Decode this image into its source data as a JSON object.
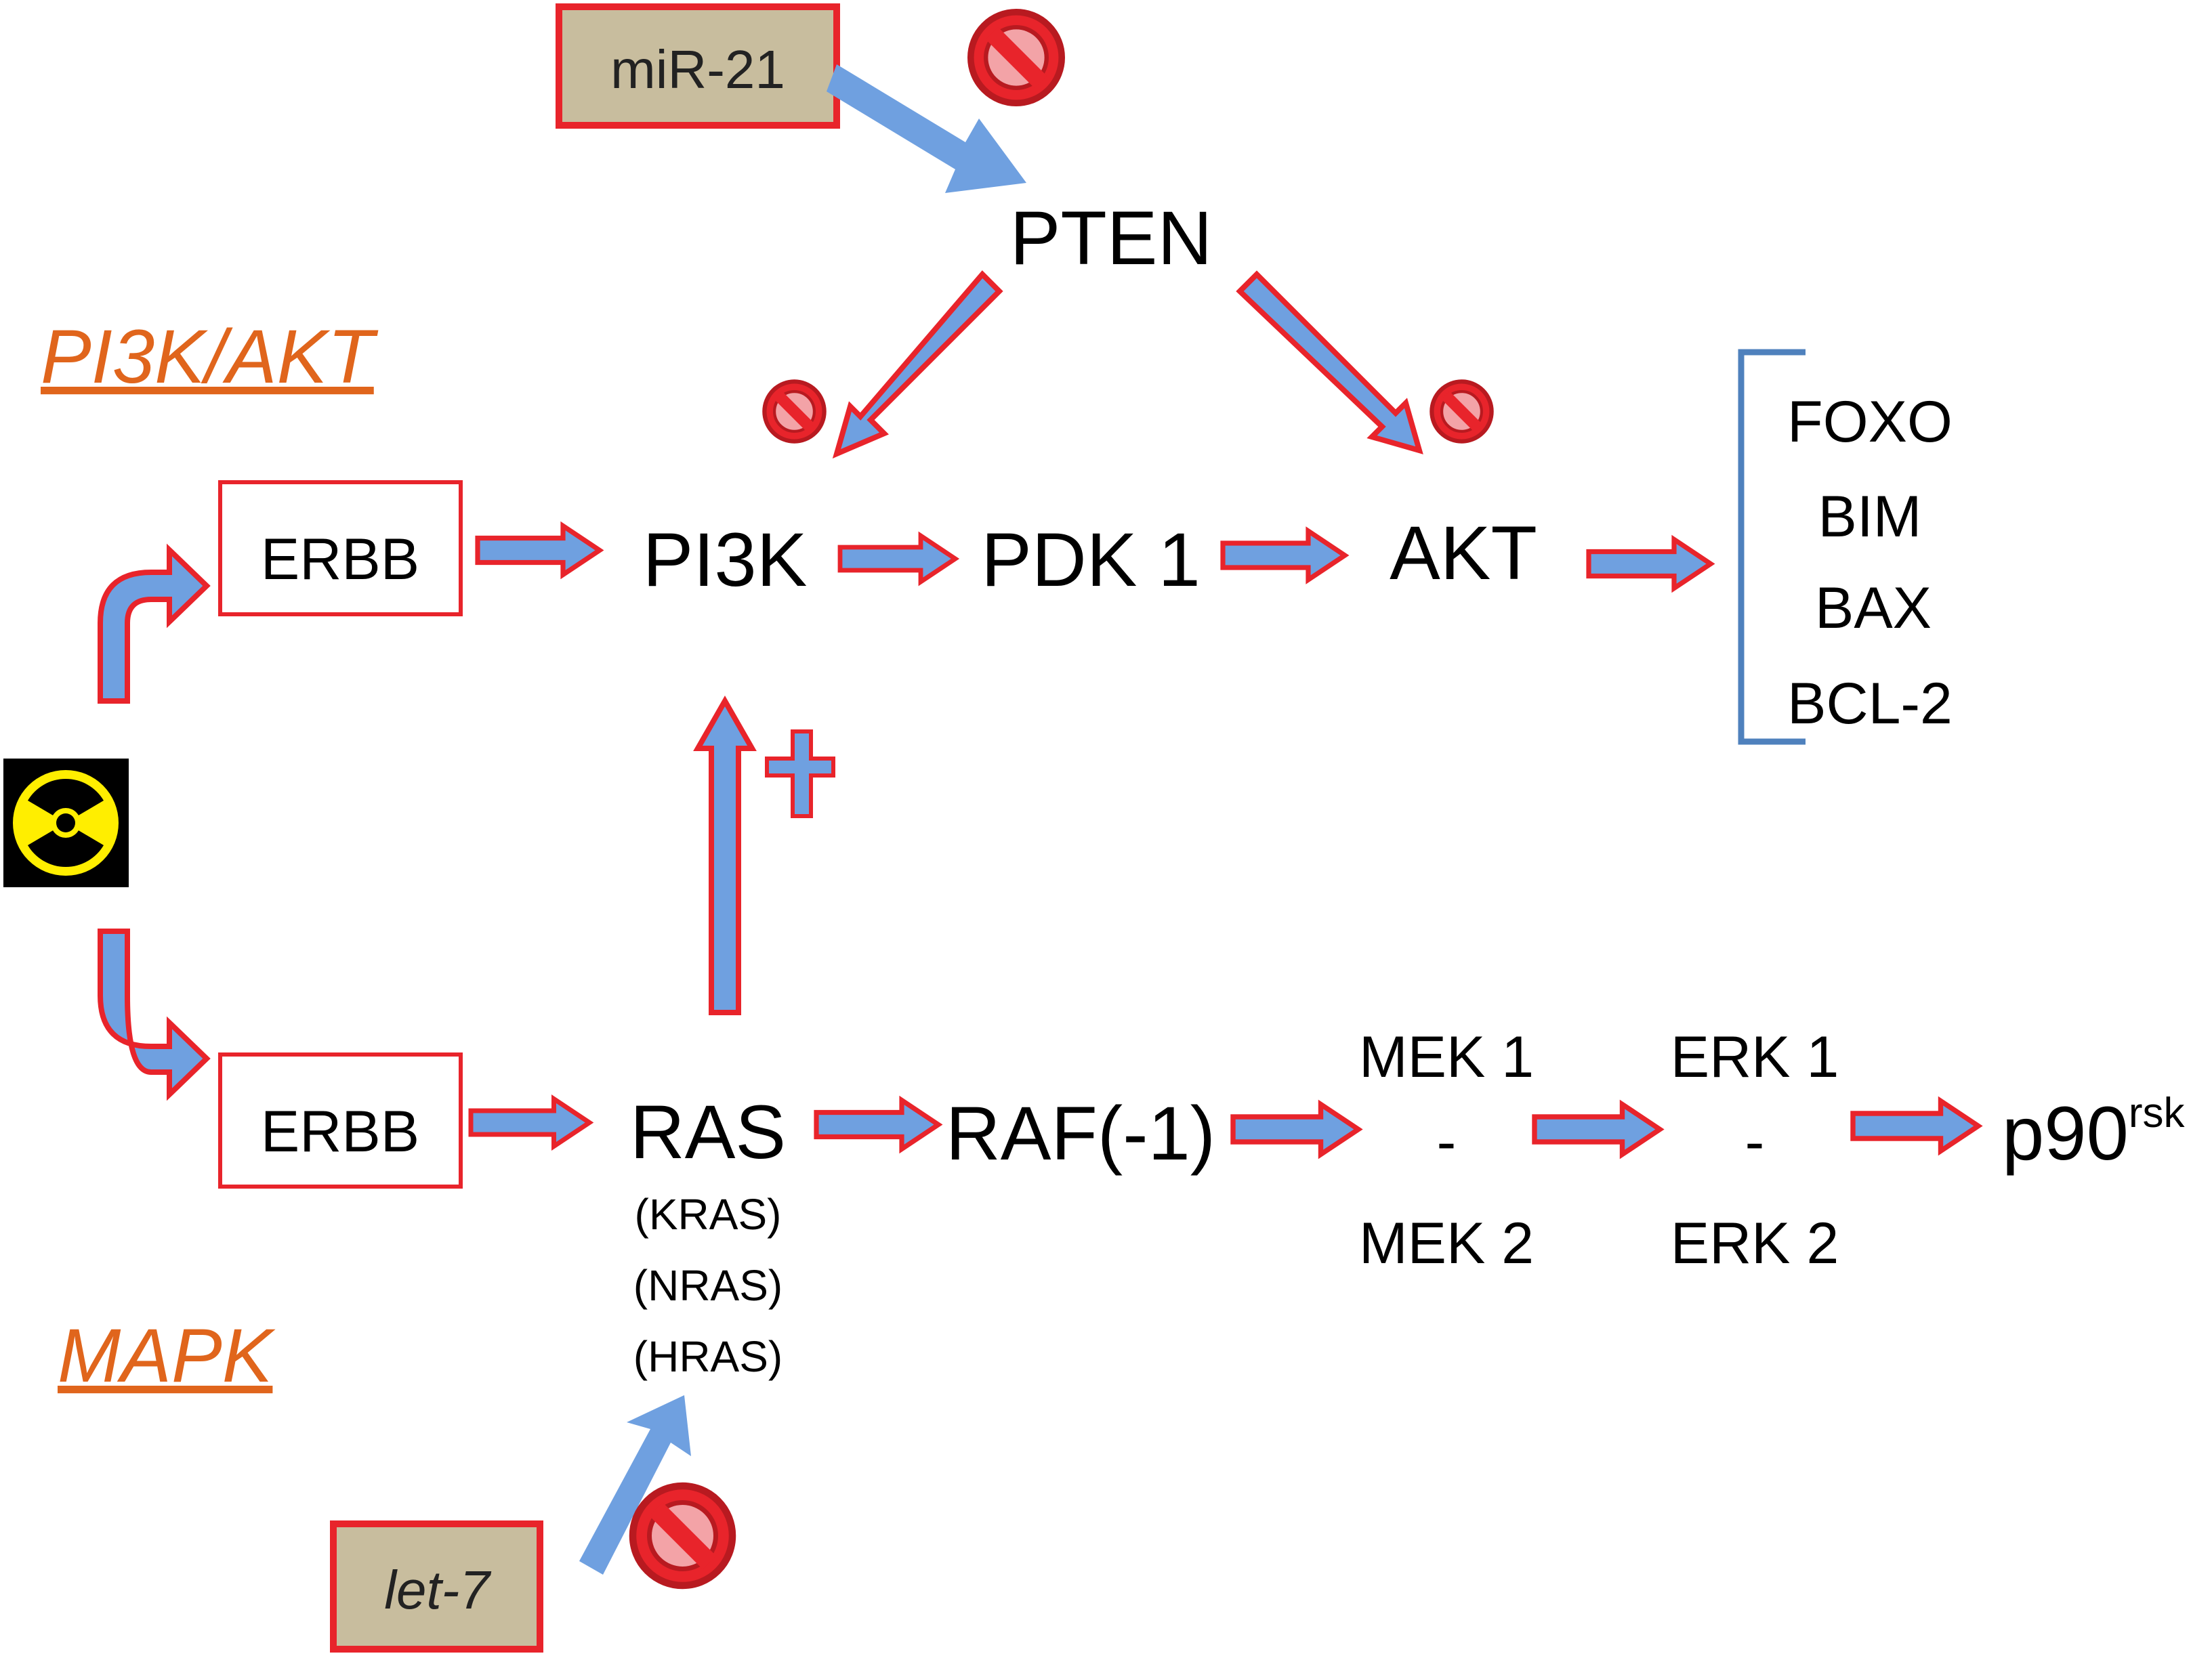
{
  "colors": {
    "arrow_fill": "#6fa0e0",
    "arrow_outline": "#e8242b",
    "box_outline": "#e8242b",
    "mirna_box_fill": "#c8bd9e",
    "pathway_title": "#e0651c",
    "bracket": "#4f81bd",
    "hazard_yellow": "#ffee00"
  },
  "icons": {
    "radiation": "radiation-hazard-icon",
    "inhibition": "no-entry-icon"
  },
  "pathways": {
    "pi3k_akt": "PI3K/AKT",
    "mapk": "MAPK"
  },
  "mirnas": {
    "mir21": "miR-21",
    "let7": "let-7"
  },
  "nodes": {
    "pten": "PTEN",
    "erbb_top": "ERBB",
    "pi3k": "PI3K",
    "pdk1": "PDK 1",
    "akt": "AKT",
    "erbb_bottom": "ERBB",
    "ras": "RAS",
    "ras_kras": "(KRAS)",
    "ras_nras": "(NRAS)",
    "ras_hras": "(HRAS)",
    "raf": "RAF(-1)",
    "mek1": "MEK 1",
    "mek_dash": "-",
    "mek2": "MEK 2",
    "erk1": "ERK 1",
    "erk_dash": "-",
    "erk2": "ERK 2",
    "p90_base": "p90",
    "p90_sup": "rsk"
  },
  "akt_targets": [
    "FOXO",
    "BIM",
    "BAX",
    "BCL-2"
  ],
  "activation_sign": "+"
}
